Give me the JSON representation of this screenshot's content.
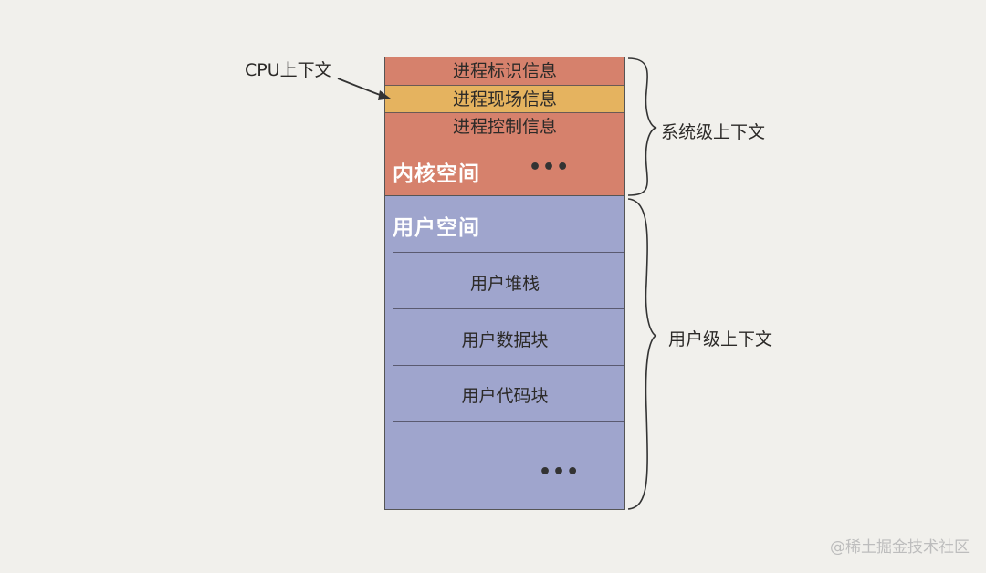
{
  "cpu_label": "CPU上下文",
  "kernel": {
    "rows": [
      "进程标识信息",
      "进程现场信息",
      "进程控制信息"
    ],
    "space_label": "内核空间",
    "ellipsis": "•••"
  },
  "user": {
    "space_label": "用户空间",
    "rows": [
      "用户堆栈",
      "用户数据块",
      "用户代码块"
    ],
    "ellipsis": "•••"
  },
  "system_context_label": "系统级上下文",
  "user_context_label": "用户级上下文",
  "watermark": "@稀土掘金技术社区",
  "colors": {
    "background": "#f1f0ec",
    "kernel": "#d6816c",
    "highlight": "#e5b35f",
    "user": "#9fa5cd"
  }
}
